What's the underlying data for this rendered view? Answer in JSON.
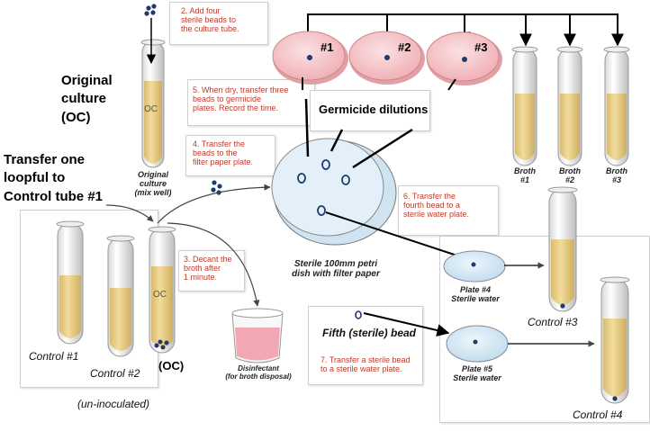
{
  "steps": {
    "s2": "2. Add four\nsterile beads to\nthe culture tube.",
    "s5": "5. When dry, transfer three\nbeads to germicide\nplates. Record the time.",
    "s4": "4. Transfer the\nbeads to the\nfilter paper plate.",
    "s3": "3. Decant the\nbroth after\n1 minute.",
    "s6": "6. Transfer the\nfourth bead to a\nsterile water plate.",
    "s7": "7. Transfer a sterile bead\nto a sterile water plate."
  },
  "labels": {
    "original_culture_big": "Original\nculture\n(OC)",
    "transfer_loopful": "Transfer one\nloopful to\nControl tube #1",
    "oc_tube_caption": "Original\nculture\n(mix well)",
    "oc_mark": "OC",
    "oc_mark2": "OC",
    "germicide_dilutions": "Germicide dilutions",
    "plate1": "#1",
    "plate2": "#2",
    "plate3": "#3",
    "broth1": "Broth\n#1",
    "broth2": "Broth\n#2",
    "broth3": "Broth\n#3",
    "sterile_petri": "Sterile 100mm petri\ndish with filter paper",
    "plate4": "Plate #4\nSterile water",
    "plate5": "Plate #5\nSterile water",
    "fifth_bead": "Fifth (sterile) bead",
    "disinfectant": "Disinfectant\n(for broth disposal)",
    "control1": "Control #1",
    "control2": "Control #2",
    "oc_bottom": "(OC)",
    "uninoculated": "(un-inoculated)",
    "control3": "Control #3",
    "control4": "Control #4"
  },
  "colors": {
    "broth": "#e9cf86",
    "petri_pink": "#f4c6ca",
    "petri_blue": "#d5e8f4",
    "step_text": "#c0392b",
    "bead": "#1e3a6e"
  }
}
